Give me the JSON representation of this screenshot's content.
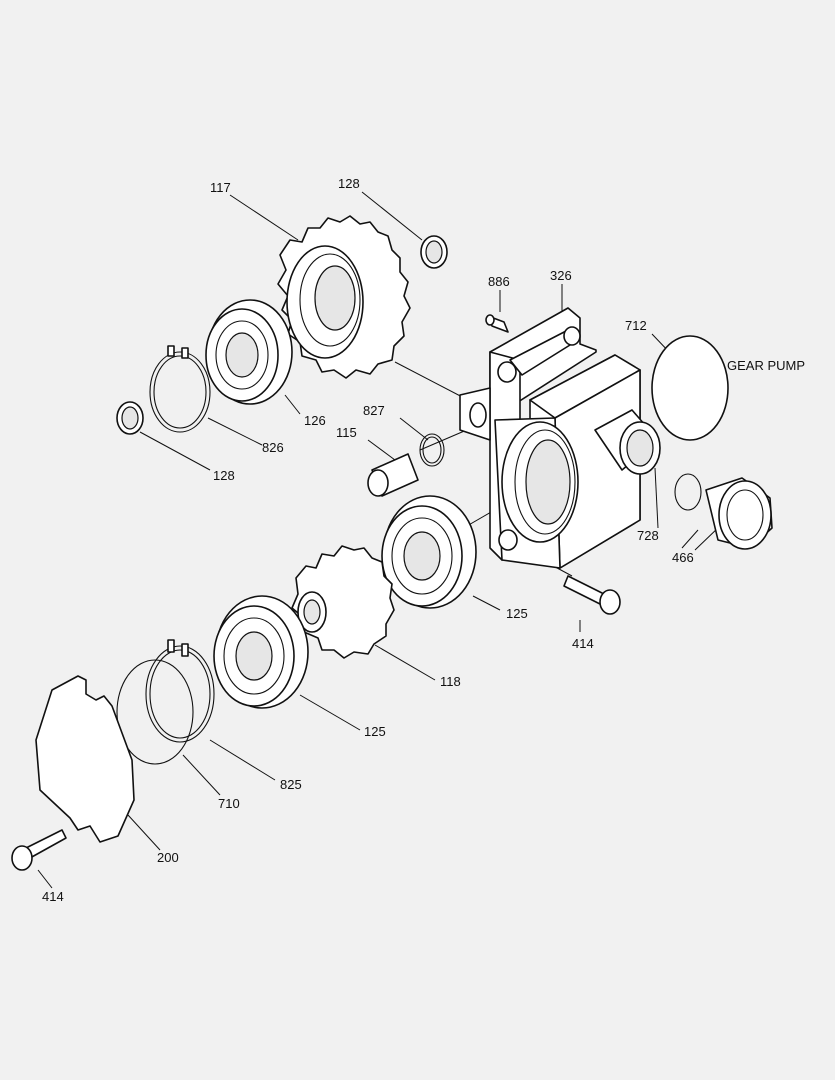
{
  "diagram": {
    "title": "GEAR PUMP",
    "callouts": [
      {
        "id": "c117a",
        "text": "117"
      },
      {
        "id": "c128a",
        "text": "128"
      },
      {
        "id": "c886",
        "text": "886"
      },
      {
        "id": "c326",
        "text": "326"
      },
      {
        "id": "c712",
        "text": "712"
      },
      {
        "id": "c126",
        "text": "126"
      },
      {
        "id": "c826",
        "text": "826"
      },
      {
        "id": "c128b",
        "text": "128"
      },
      {
        "id": "c827",
        "text": "827"
      },
      {
        "id": "c115",
        "text": "115"
      },
      {
        "id": "c728",
        "text": "728"
      },
      {
        "id": "c466",
        "text": "466"
      },
      {
        "id": "c125a",
        "text": "125"
      },
      {
        "id": "c414a",
        "text": "414"
      },
      {
        "id": "c118",
        "text": "118"
      },
      {
        "id": "c125b",
        "text": "125"
      },
      {
        "id": "c825",
        "text": "825"
      },
      {
        "id": "c710",
        "text": "710"
      },
      {
        "id": "c200",
        "text": "200"
      },
      {
        "id": "c414b",
        "text": "414"
      }
    ]
  }
}
